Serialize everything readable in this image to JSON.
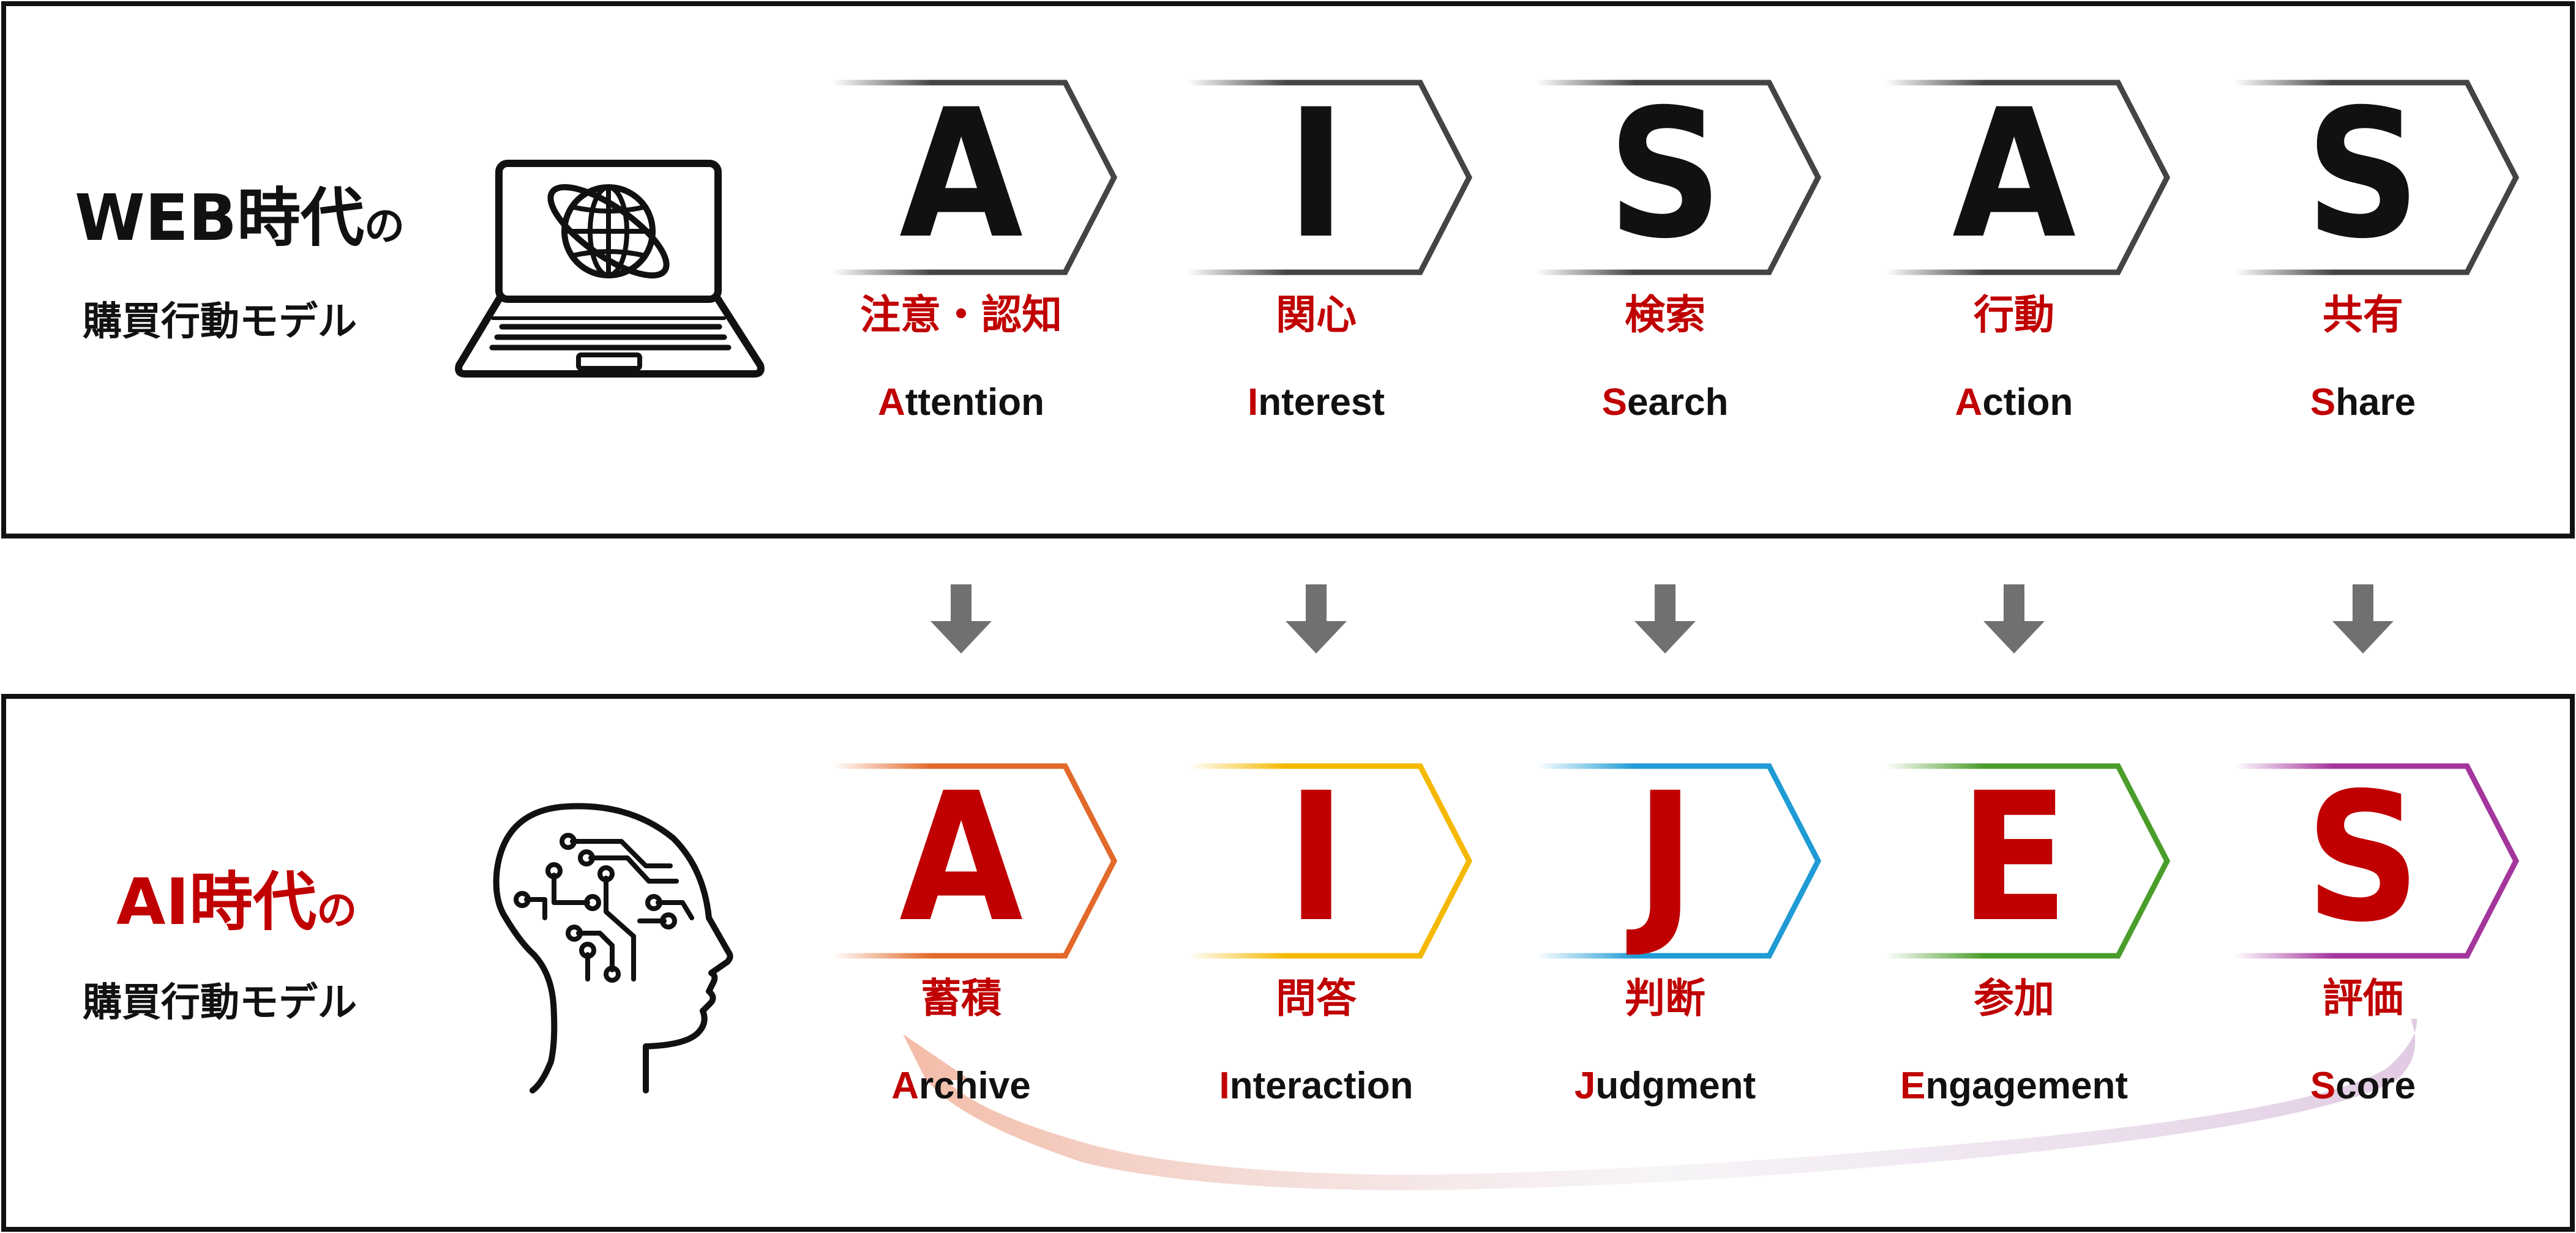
{
  "colors": {
    "frame": "#111111",
    "accent": "#c00000",
    "text": "#111111",
    "arrow": "#707070",
    "chevron_web": "#444444"
  },
  "web": {
    "title_main": "WEB時代",
    "title_particle": "の",
    "subtitle": "購買行動モデル",
    "icon": "laptop-globe-icon",
    "steps": [
      {
        "letter": "A",
        "jp": "注意・認知",
        "en_initial": "A",
        "en_rest": "ttention"
      },
      {
        "letter": "I",
        "jp": "関心",
        "en_initial": "I",
        "en_rest": "nterest"
      },
      {
        "letter": "S",
        "jp": "検索",
        "en_initial": "S",
        "en_rest": "earch"
      },
      {
        "letter": "A",
        "jp": "行動",
        "en_initial": "A",
        "en_rest": "ction"
      },
      {
        "letter": "S",
        "jp": "共有",
        "en_initial": "S",
        "en_rest": "hare"
      }
    ]
  },
  "ai": {
    "title_main": "AI時代",
    "title_particle": "の",
    "subtitle": "購買行動モデル",
    "icon": "ai-brain-head-icon",
    "steps": [
      {
        "letter": "A",
        "jp": "蓄積",
        "en_initial": "A",
        "en_rest": "rchive",
        "color": "#e2692a"
      },
      {
        "letter": "I",
        "jp": "問答",
        "en_initial": "I",
        "en_rest": "nteraction",
        "color": "#f5b800"
      },
      {
        "letter": "J",
        "jp": "判断",
        "en_initial": "J",
        "en_rest": "udgment",
        "color": "#1f9bd5"
      },
      {
        "letter": "E",
        "jp": "参加",
        "en_initial": "E",
        "en_rest": "ngagement",
        "color": "#4a9d2a"
      },
      {
        "letter": "S",
        "jp": "評価",
        "en_initial": "S",
        "en_rest": "core",
        "color": "#a4359c"
      }
    ]
  },
  "down_arrows": [
    "down-arrow-icon",
    "down-arrow-icon",
    "down-arrow-icon",
    "down-arrow-icon",
    "down-arrow-icon"
  ],
  "loop_arrow": {
    "icon": "loop-back-arrow-icon",
    "from": "S",
    "to": "A"
  }
}
